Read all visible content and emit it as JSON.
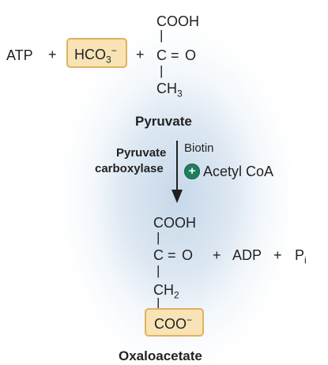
{
  "top_reaction": {
    "atp": "ATP",
    "plus_1": "+",
    "bicarbonate": {
      "base": "HCO",
      "subscript": "3",
      "superscript": "−"
    },
    "plus_2": "+",
    "pyruvate_structure": {
      "cooh": "COOH",
      "single_bond_1": "|",
      "carbon": "C",
      "double_bond": "=",
      "oxygen": "O",
      "single_bond_2": "|",
      "methyl": {
        "base": "CH",
        "subscript": "3"
      }
    },
    "pyruvate_label": "Pyruvate"
  },
  "enzyme_step": {
    "enzyme_line_1": "Pyruvate",
    "enzyme_line_2": "carboxylase",
    "cofactor": "Biotin",
    "activator_symbol": "+",
    "activator": "Acetyl CoA"
  },
  "bottom_reaction": {
    "oxaloacetate_structure": {
      "cooh": "COOH",
      "single_bond_1": "|",
      "carbon": "C",
      "double_bond": "=",
      "oxygen": "O",
      "single_bond_2": "|",
      "methylene": {
        "base": "CH",
        "subscript": "2"
      },
      "single_bond_3": "|",
      "carboxylate": {
        "base": "COO",
        "superscript": "−"
      }
    },
    "products_plus_1": "+",
    "adp": "ADP",
    "products_plus_2": "+",
    "phosphate": {
      "base": "P",
      "subscript": "i"
    },
    "oxaloacetate_label": "Oxaloacetate"
  }
}
